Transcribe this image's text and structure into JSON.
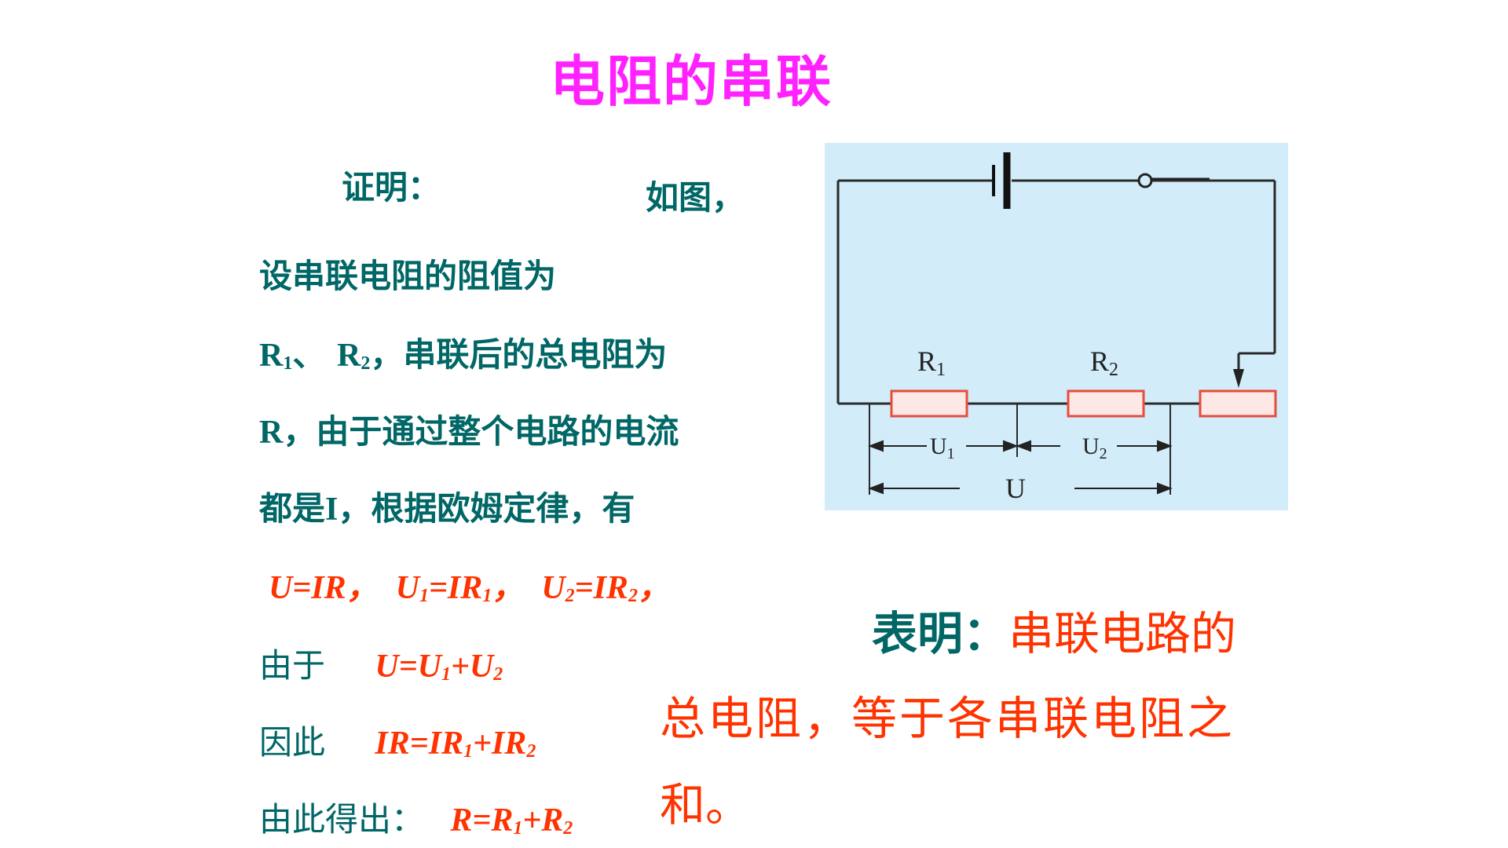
{
  "title": "电阻的串联",
  "proof": {
    "label": "证明：",
    "as_shown": "如图，",
    "line1": "设串联电阻的阻值为",
    "line2": {
      "r1": "R",
      "r1_sub": "1",
      "sep": "、",
      "r2": "R",
      "r2_sub": "2",
      "rest": "，串联后的总电阻为"
    },
    "line3": {
      "r": "R",
      "rest": "，由于通过整个电路的电流"
    },
    "line4": {
      "pre": "都是",
      "i": "I",
      "rest": "，根据欧姆定律，有"
    },
    "formulas": {
      "f1": "U=IR",
      "f2_a": "U",
      "f2_sub": "1",
      "f2_b": "=IR",
      "f2_sub2": "1",
      "f3_a": "U",
      "f3_sub": "2",
      "f3_b": "=IR",
      "f3_sub2": "2",
      "comma": "，"
    },
    "since_label": "由于",
    "since_formula": {
      "a": "U=U",
      "s1": "1",
      "b": "+U",
      "s2": "2"
    },
    "therefore_label": "因此",
    "therefore_formula": {
      "a": "IR=IR",
      "s1": "1",
      "b": "+IR",
      "s2": "2"
    },
    "result_label": "由此得出：",
    "result_formula": {
      "a": "R=R",
      "s1": "1",
      "b": "+R",
      "s2": "2"
    }
  },
  "conclusion": {
    "label": "表明：",
    "text1": "串联电路的",
    "text2": "总电阻，等于各串联电阻之",
    "text3": "和。"
  },
  "diagram": {
    "r1_label": "R",
    "r1_sub": "1",
    "r2_label": "R",
    "r2_sub": "2",
    "u1_label": "U",
    "u1_sub": "1",
    "u2_label": "U",
    "u2_sub": "2",
    "u_label": "U"
  },
  "colors": {
    "title": "#ff22ff",
    "text_teal": "#006666",
    "formula_red": "#ff3300",
    "diagram_bg": "#d2ecf9",
    "resistor": "#e74c3c"
  }
}
